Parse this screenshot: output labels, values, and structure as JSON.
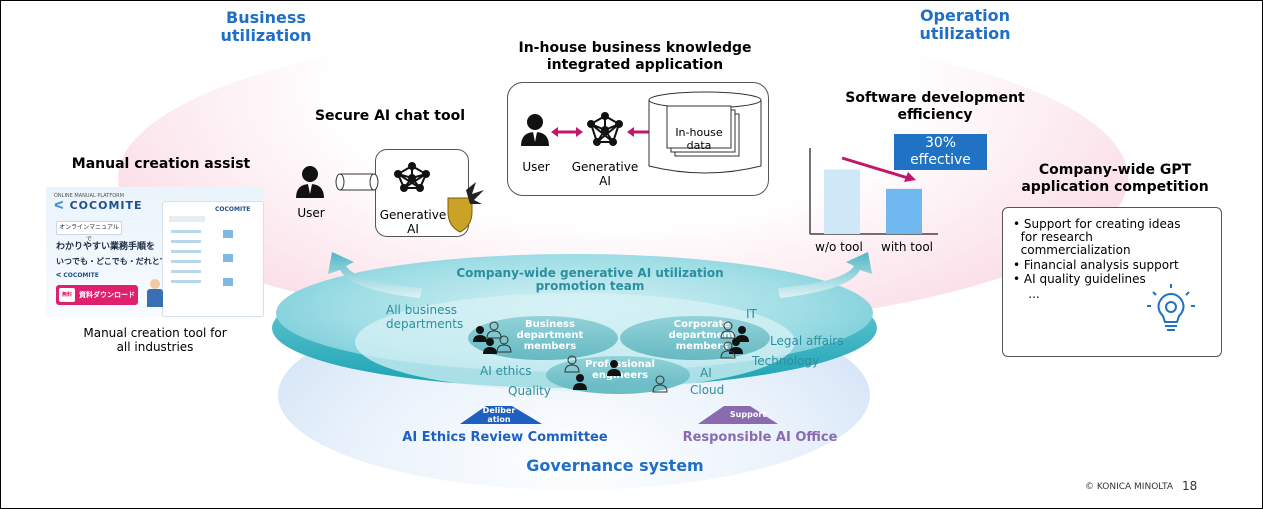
{
  "headings": {
    "business": "Business\nutilization",
    "operation": "Operation\nutilization"
  },
  "manual": {
    "title": "Manual creation assist",
    "caption": "Manual creation tool for\nall industries",
    "screenshot": {
      "platform": "ONLINE MANUAL PLATFORM",
      "brand": "COCOMITE",
      "chip": "オンラインマニュアルで",
      "line1": "わかりやすい業務手順を",
      "line2": "いつでも・どこでも・だれとでも",
      "brand_small": "COCOMITE",
      "cta": "資料ダウンロード",
      "badge": "無料"
    }
  },
  "chat": {
    "title": "Secure AI chat tool",
    "user": "User",
    "ai": "Generative\nAI"
  },
  "inhouse": {
    "title": "In-house business knowledge\nintegrated application",
    "user": "User",
    "ai": "Generative\nAI",
    "data": "In-house\ndata"
  },
  "software": {
    "title": "Software development\nefficiency",
    "badge": "30%\neffective",
    "categories": [
      "w/o tool",
      "with tool"
    ]
  },
  "chart_data": {
    "type": "bar",
    "title": "Software development efficiency",
    "categories": [
      "w/o tool",
      "with tool"
    ],
    "values": [
      100,
      70
    ],
    "ylim": [
      0,
      140
    ],
    "annotation": "30% effective",
    "colors": [
      "#cfe8f8",
      "#6fb8f0"
    ]
  },
  "gpt": {
    "title": "Company-wide GPT\napplication competition",
    "items": [
      "• Support for creating ideas\n  for research\n  commercialization",
      "• Financial analysis support",
      "• AI quality guidelines",
      "    ..."
    ]
  },
  "team": {
    "title": "Company-wide generative AI utilization\npromotion team",
    "left_labels": [
      "All business\ndepartments",
      "AI ethics",
      "Quality"
    ],
    "right_labels": [
      "IT",
      "Legal affairs",
      "Technology",
      "AI",
      "Cloud"
    ],
    "business": "Business\ndepartment\nmembers",
    "corporate": "Corporate\ndepartment\nmembers",
    "professional": "Professional\nengineers"
  },
  "governance": {
    "deliberation": "Deliber\nation",
    "support": "Support",
    "ethics_committee": "AI Ethics Review Committee",
    "responsible_office": "Responsible AI Office",
    "title": "Governance system"
  },
  "footer": {
    "copyright": "© KONICA MINOLTA",
    "page": "18"
  },
  "colors": {
    "accent_blue": "#1f6fc9",
    "teal": "#2b8f9f",
    "magenta": "#c0176d",
    "purple": "#8a6bb0",
    "badge_blue": "#1f72c4"
  }
}
